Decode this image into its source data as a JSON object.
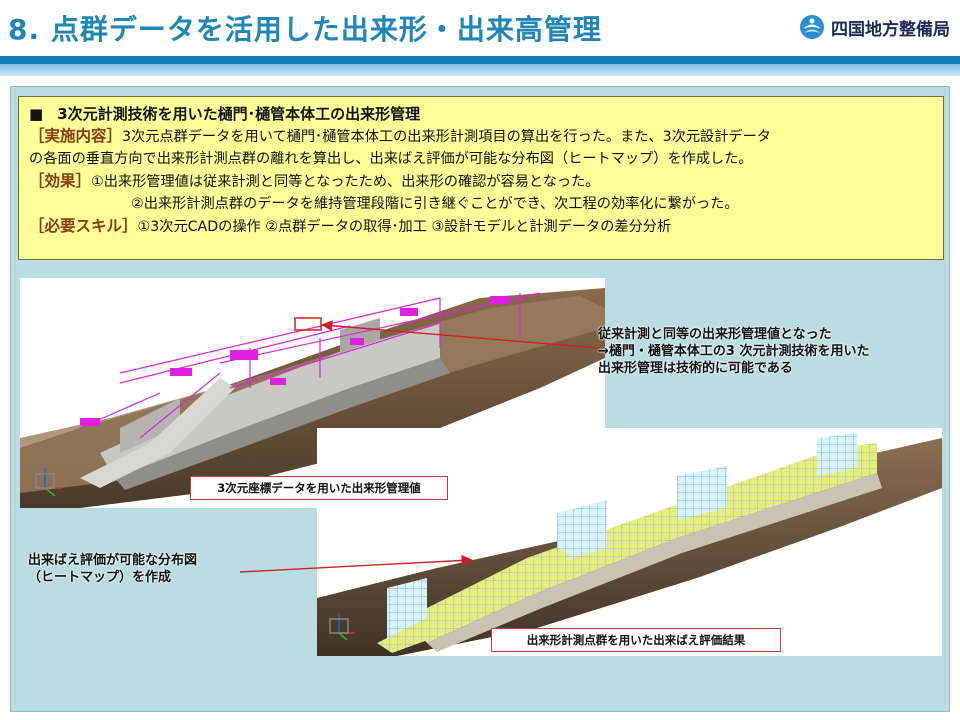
{
  "header": {
    "title": "8. 点群データを活用した出来形・出来高管理",
    "org_name": "四国地方整備局",
    "accent_color": "#1f86b8",
    "band_color": "#0f7fb4"
  },
  "summary": {
    "heading_bullet": "■",
    "heading": "3次元計測技術を用いた樋門･樋管本体工の出来形管理",
    "content_label": "［実施内容］",
    "content_line1": "3次元点群データを用いて樋門･樋管本体工の出来形計測項目の算出を行った。また、3次元設計データ",
    "content_line2": "の各面の垂直方向で出来形計測点群の離れを算出し、出来ばえ評価が可能な分布図（ヒートマップ）を作成した。",
    "effect_label": "［効果］",
    "effect_1": "①出来形管理値は従来計測と同等となったため、出来形の確認が容易となった。",
    "effect_2": "②出来形計測点群のデータを維持管理段階に引き継ぐことができ、次工程の効率化に繋がった。",
    "skills_label": "［必要スキル］",
    "skills": "①3次元CADの操作 ②点群データの取得･加工 ③設計モデルと計測データの差分分析",
    "box_color": "#ffff99"
  },
  "figure1": {
    "caption": "3次元座標データを用いた出来形管理値",
    "note_line1": "従来計測と同等の出来形管理値となった",
    "note_line2": "→樋門・樋管本体工の3 次元計測技術を用いた",
    "note_line3": "出来形管理は技術的に可能である"
  },
  "figure2": {
    "caption": "出来形計測点群を用いた出来ばえ評価結果",
    "note_line1": "出来ばえ評価が可能な分布図",
    "note_line2": "（ヒートマップ）を作成"
  }
}
